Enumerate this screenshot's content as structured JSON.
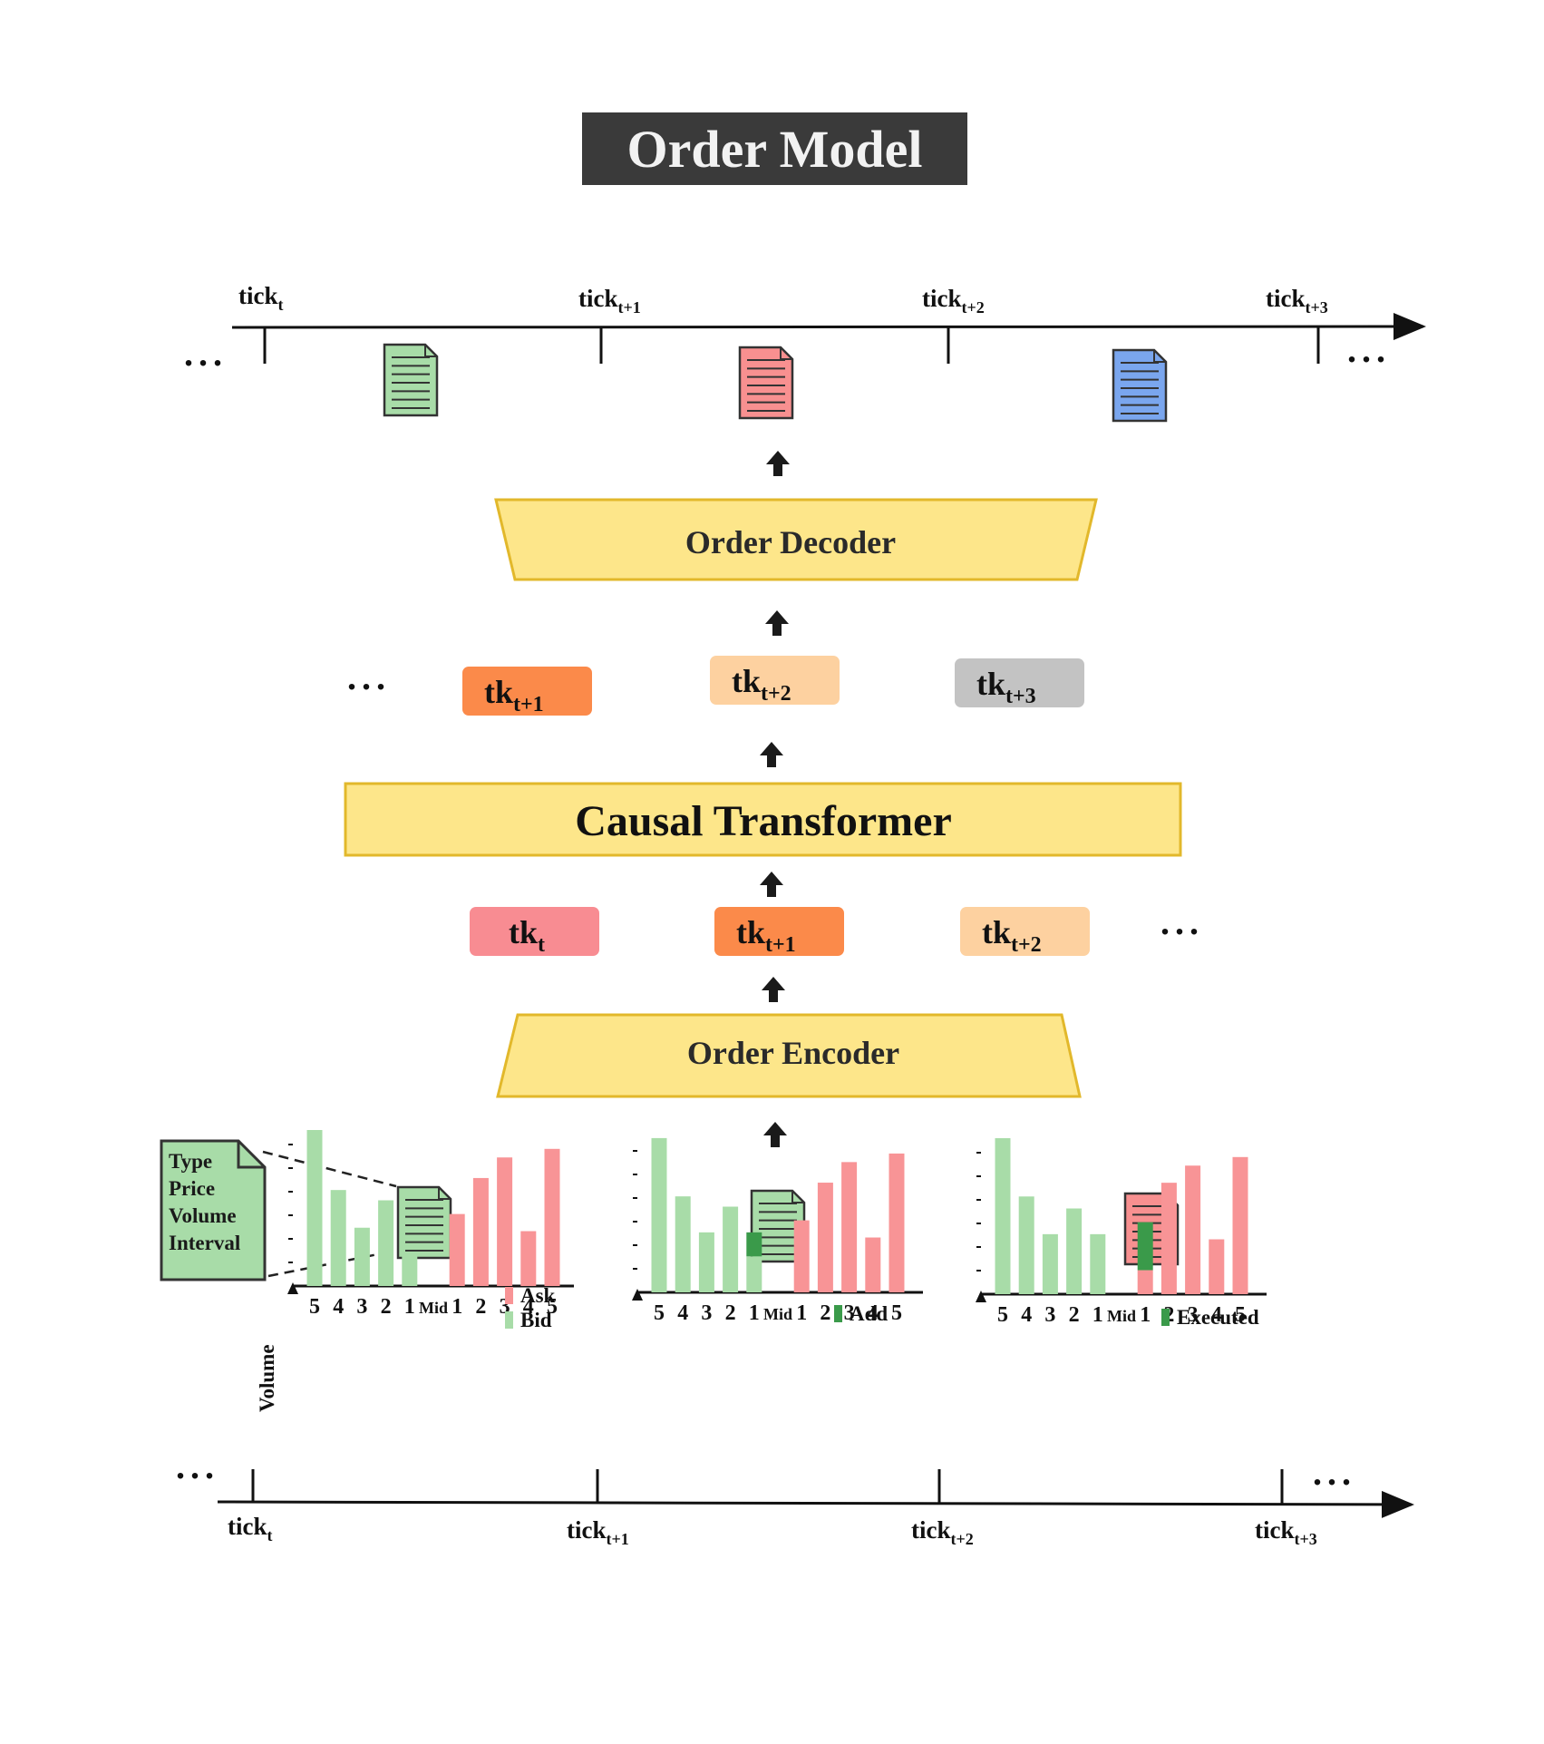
{
  "title": "Order Model",
  "ellipsis": "...",
  "top_timeline": {
    "ticks": [
      {
        "base": "tick",
        "sub": "t"
      },
      {
        "base": "tick",
        "sub": "t+1"
      },
      {
        "base": "tick",
        "sub": "t+2"
      },
      {
        "base": "tick",
        "sub": "t+3"
      }
    ],
    "order_docs": [
      {
        "color": "#a8dca8",
        "icon": "document-icon"
      },
      {
        "color": "#f89090",
        "icon": "document-icon"
      },
      {
        "color": "#7aa6ee",
        "icon": "document-icon"
      }
    ]
  },
  "order_decoder": {
    "label": "Order Decoder",
    "fill": "#fde68a",
    "stroke": "#e2b82b"
  },
  "output_tokens": [
    {
      "base": "tk",
      "sub": "t+1",
      "color": "#fb8a4a"
    },
    {
      "base": "tk",
      "sub": "t+2",
      "color": "#fdd1a0"
    },
    {
      "base": "tk",
      "sub": "t+3",
      "color": "#c3c3c3"
    }
  ],
  "causal_transformer": {
    "label": "Causal Transformer",
    "fill": "#fde68a",
    "stroke": "#e2b82b"
  },
  "input_tokens": [
    {
      "base": "tk",
      "sub": "t",
      "color": "#f88c92"
    },
    {
      "base": "tk",
      "sub": "t+1",
      "color": "#fb8a4a"
    },
    {
      "base": "tk",
      "sub": "t+2",
      "color": "#fdd1a0"
    }
  ],
  "order_encoder": {
    "label": "Order Encoder",
    "fill": "#fde68a",
    "stroke": "#e2b82b"
  },
  "order_fields": [
    "Type",
    "Price",
    "Volume",
    "Interval"
  ],
  "input_docs": [
    {
      "color": "#a8dca8",
      "icon": "document-icon"
    },
    {
      "color": "#a8dca8",
      "icon": "document-icon"
    },
    {
      "color": "#f89090",
      "icon": "document-icon"
    }
  ],
  "colors": {
    "ask": "#f89496",
    "bid": "#a8dca8",
    "highlight": "#3a9a4a"
  },
  "chart_data": [
    {
      "type": "bar",
      "ylabel": "Volume",
      "legend": [
        "Ask",
        "Bid"
      ],
      "categories": [
        "5",
        "4",
        "3",
        "2",
        "1",
        "Mid",
        "1",
        "2",
        "3",
        "4",
        "5"
      ],
      "bid_values": [
        9.1,
        5.6,
        3.4,
        5.0,
        2.0,
        null,
        null,
        null,
        null,
        null,
        null
      ],
      "ask_values": [
        null,
        null,
        null,
        null,
        null,
        null,
        4.2,
        6.3,
        7.5,
        3.2,
        8.0
      ],
      "highlight": null
    },
    {
      "type": "bar",
      "legend": [
        "Add"
      ],
      "categories": [
        "5",
        "4",
        "3",
        "2",
        "1",
        "Mid",
        "1",
        "2",
        "3",
        "4",
        "5"
      ],
      "bid_values": [
        9.0,
        5.6,
        3.5,
        5.0,
        2.1,
        null,
        null,
        null,
        null,
        null,
        null
      ],
      "ask_values": [
        null,
        null,
        null,
        null,
        null,
        null,
        4.2,
        6.4,
        7.6,
        3.2,
        8.1
      ],
      "highlight": {
        "category_index": 4,
        "side": "bid",
        "base": 2.1,
        "amount": 1.4
      }
    },
    {
      "type": "bar",
      "legend": [
        "Executed"
      ],
      "categories": [
        "5",
        "4",
        "3",
        "2",
        "1",
        "Mid",
        "1",
        "2",
        "3",
        "4",
        "5"
      ],
      "bid_values": [
        9.1,
        5.7,
        3.5,
        5.0,
        3.5,
        null,
        null,
        null,
        null,
        null,
        null
      ],
      "ask_values": [
        null,
        null,
        null,
        null,
        null,
        null,
        1.4,
        6.5,
        7.5,
        3.2,
        8.0
      ],
      "highlight": {
        "category_index": 6,
        "side": "ask",
        "base": 1.4,
        "amount": 2.8
      }
    }
  ],
  "bottom_timeline": {
    "ticks": [
      {
        "base": "tick",
        "sub": "t"
      },
      {
        "base": "tick",
        "sub": "t+1"
      },
      {
        "base": "tick",
        "sub": "t+2"
      },
      {
        "base": "tick",
        "sub": "t+3"
      }
    ]
  }
}
